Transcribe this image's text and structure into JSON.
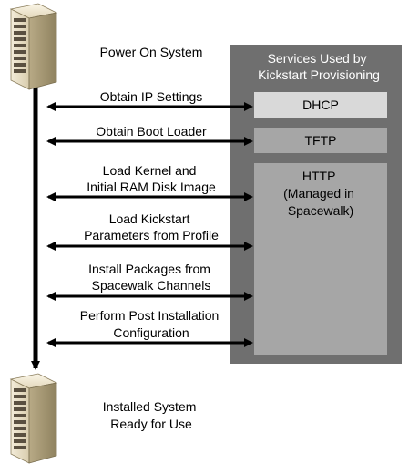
{
  "start": {
    "label": "Power On System"
  },
  "end": {
    "label_lines": [
      "Installed System",
      "Ready for Use"
    ]
  },
  "services_panel": {
    "title_lines": [
      "Services Used by",
      "Kickstart Provisioning"
    ],
    "services": [
      {
        "lines": [
          "DHCP"
        ]
      },
      {
        "lines": [
          "TFTP"
        ]
      },
      {
        "lines": [
          "HTTP",
          "(Managed in",
          "Spacewalk)"
        ]
      }
    ]
  },
  "steps": [
    {
      "lines": [
        "Obtain IP Settings"
      ]
    },
    {
      "lines": [
        "Obtain Boot Loader"
      ]
    },
    {
      "lines": [
        "Load Kernel and",
        "Initial RAM Disk Image"
      ]
    },
    {
      "lines": [
        "Load Kickstart",
        "Parameters from Profile"
      ]
    },
    {
      "lines": [
        "Install Packages from",
        "Spacewalk Channels"
      ]
    },
    {
      "lines": [
        "Perform Post Installation",
        "Configuration"
      ]
    }
  ],
  "colors": {
    "panel_bg": "#6f6f6f",
    "panel_title": "#ffffff",
    "service_box_light": "#d9d9d9",
    "service_box_mid": "#a6a6a6",
    "arrow": "#000000",
    "server_body": "#e8dfc8"
  }
}
